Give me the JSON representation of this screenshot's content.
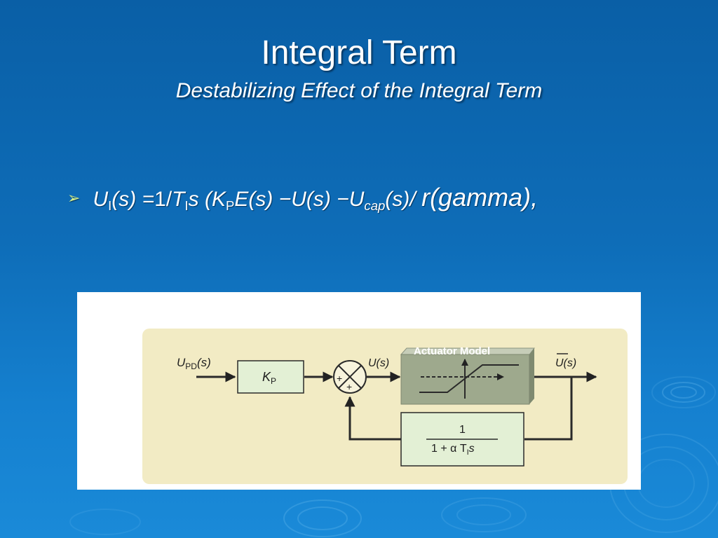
{
  "slide": {
    "title": "Integral Term",
    "subtitle": "Destabilizing Effect of the Integral Term"
  },
  "equation": {
    "bullet_icon": "arrow-bullet-icon",
    "lhs_symbol": "U",
    "lhs_sub": "I",
    "lhs_arg": "(s) =",
    "one": "1",
    "slash": "/",
    "T": "T",
    "T_sub": "I",
    "s_open": "s (K",
    "K_sub": "P",
    "middle": "E(s) −U(s) −U",
    "cap_sub": "cap",
    "tail": "(s)/",
    "gamma": "r(gamma),"
  },
  "diagram": {
    "input_label_main": "U",
    "input_label_sub": "PD",
    "input_label_arg": "(s)",
    "gain_label": "K",
    "gain_sub": "P",
    "sum_plus_left": "+",
    "sum_plus_bottom": "+",
    "u_label": "U(s)",
    "actuator_title": "Actuator Model",
    "output_label": "U(s)",
    "feedback_numerator": "1",
    "feedback_denominator_prefix": "1 + α T",
    "feedback_denominator_sub": "I",
    "feedback_denominator_suffix": "s"
  },
  "colors": {
    "background_top": "#0a5fa6",
    "background_bottom": "#1a8ad8",
    "diagram_panel": "#f2ebc4",
    "block_fill": "#e3f0d5",
    "actuator_fill": "#9ea98d",
    "bullet": "#d4f08c"
  }
}
